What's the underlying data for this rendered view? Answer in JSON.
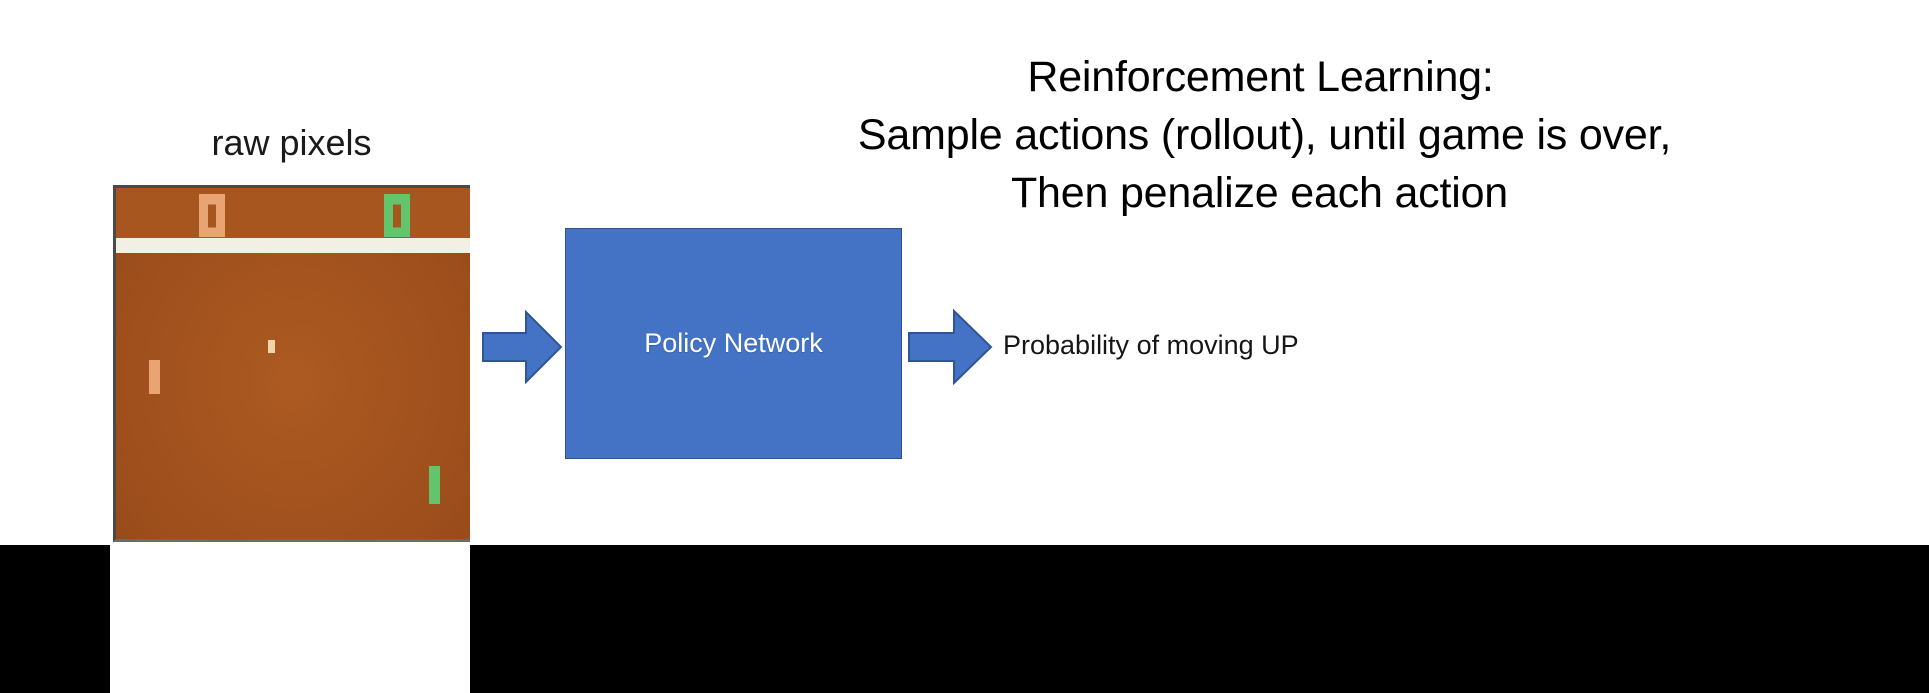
{
  "slide": {
    "background_color": "#ffffff",
    "title": {
      "line1": "Reinforcement Learning:",
      "line2": "Sample actions (rollout), until game is over,",
      "line3": "Then penalize each action"
    }
  },
  "input": {
    "caption": "raw pixels",
    "game": {
      "name": "pong-game-screen",
      "background_color": "#a8561f",
      "divider_color": "#f2efe4",
      "score_left": "0",
      "score_right": "0",
      "score_left_color": "#e8a472",
      "score_right_color": "#64c46c",
      "paddle_left_color": "#e8a472",
      "paddle_right_color": "#64c46c",
      "ball_color": "#f0d6ac"
    }
  },
  "pipeline": {
    "input_arrow": "right-arrow-icon",
    "model": {
      "label": "Policy Network",
      "fill_color": "#4472c4",
      "text_color": "#ffffff"
    },
    "output_arrow": "right-arrow-icon",
    "output_label": "Probability of moving UP"
  }
}
